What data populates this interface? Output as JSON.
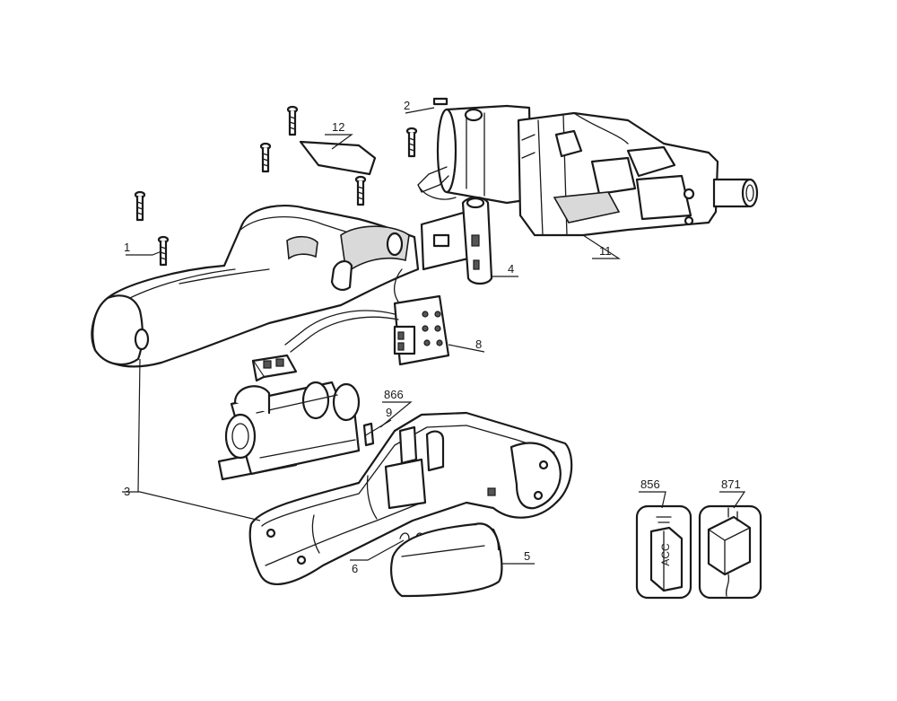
{
  "callouts": {
    "screw_1": "1",
    "motor_2": "2",
    "housing_3": "3",
    "bracket_4": "4",
    "battery_cover_5": "5",
    "spring_6": "6",
    "switch_8": "8",
    "pin_9": "9",
    "gear_head_11": "11",
    "label_12": "12",
    "battery_pack_866": "866",
    "accessory_856": "856",
    "charger_871": "871"
  },
  "accessory_text": "ACC"
}
